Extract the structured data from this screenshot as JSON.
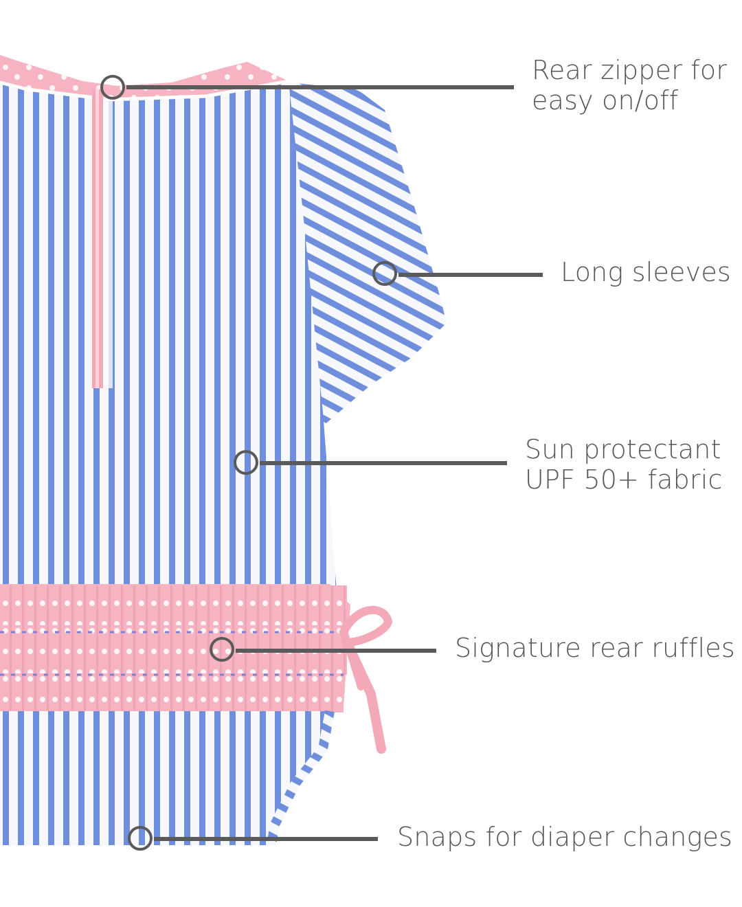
{
  "product": {
    "description": "Baby girl long-sleeve rash guard one-piece swimsuit, blue and white seersucker stripe with pink polka-dot ruffles"
  },
  "colors": {
    "stripe_blue": "#6f8fdc",
    "fabric_white": "#f7f8fc",
    "ruffle_pink": "#f6b3c2",
    "zipper_pink": "#f3a9b8",
    "callout_gray": "#5a5a5a",
    "label_gray": "#555555"
  },
  "callouts": [
    {
      "id": "rear-zipper",
      "label": "Rear zipper for\neasy on/off"
    },
    {
      "id": "long-sleeves",
      "label": "Long sleeves"
    },
    {
      "id": "sun-protection",
      "label": "Sun protectant\nUPF 50+ fabric"
    },
    {
      "id": "rear-ruffles",
      "label": "Signature rear ruffles"
    },
    {
      "id": "snaps",
      "label": "Snaps for diaper changes"
    }
  ]
}
